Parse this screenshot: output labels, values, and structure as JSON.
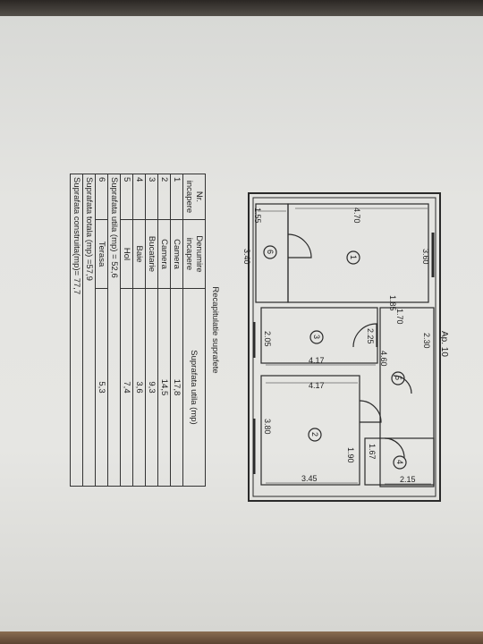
{
  "plan": {
    "apartment": "Ap. 10",
    "dims": {
      "d470": "4.70",
      "d155": "1.55",
      "d340": "3.40",
      "d360": "3.60",
      "d185": "1.85",
      "d170": "1.70",
      "d230": "2.30",
      "d225": "2.25",
      "d205": "2.05",
      "d417a": "4.17",
      "d460": "4.60",
      "d417b": "4.17",
      "d380": "3.80",
      "d190": "1.90",
      "d167": "1.67",
      "d345": "3.45",
      "d215": "2.15"
    },
    "rooms": [
      "1",
      "2",
      "3",
      "4",
      "5",
      "6"
    ]
  },
  "table": {
    "title": "Recapitulatie suprafete",
    "headers": [
      "Nr. incapere",
      "Denumire incapere",
      "Suprafata utila (mp)"
    ],
    "rows": [
      [
        "1",
        "Camera",
        "17,8"
      ],
      [
        "2",
        "Camera",
        "14,5"
      ],
      [
        "3",
        "Bucatarie",
        "9,3"
      ],
      [
        "4",
        "Baie",
        "3,6"
      ],
      [
        "5",
        "Hol",
        "7,4"
      ]
    ],
    "sum_util": "Suprafata utila (mp) = 52,6",
    "terasa": [
      "6",
      "Terasa",
      "5,3"
    ],
    "sum_total": "Suprafata totala (mp) =57,9",
    "sum_constr": "Suprafata construita(mp)= 77,7"
  }
}
